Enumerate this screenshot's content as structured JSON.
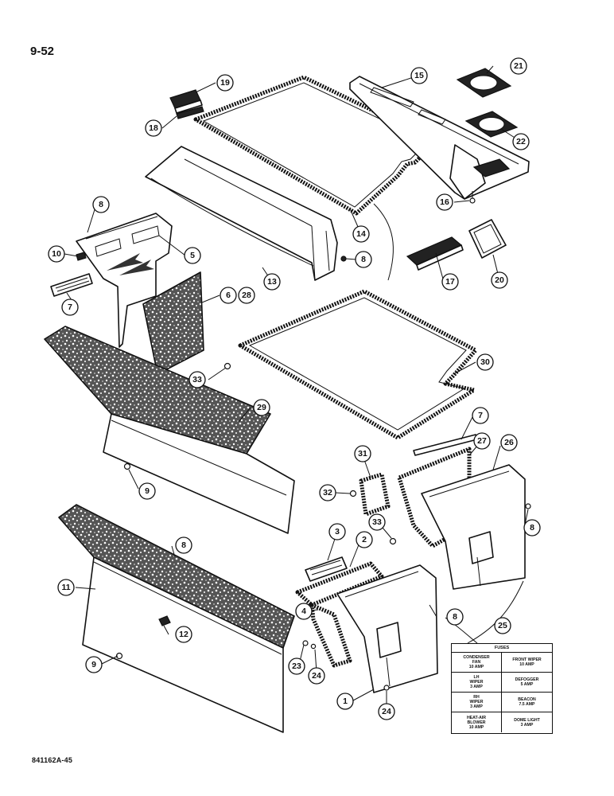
{
  "page_label": "9-52",
  "figure_code": "841162A-45",
  "fuse_chart": {
    "title": "FUSES",
    "cells": [
      "CONDENSER\nFAN\n10 AMP",
      "FRONT WIPER\n10 AMP",
      "LH\nWIPER\n3 AMP",
      "DEFOGGER\n5 AMP",
      "RH\nWIPER\n3 AMP",
      "BEACON\n7.5 AMP",
      "HEAT-AIR\nBLOWER\n10 AMP",
      "DOME LIGHT\n3 AMP"
    ]
  },
  "callouts": [
    {
      "id": "c19",
      "label": "19"
    },
    {
      "id": "c18",
      "label": "18"
    },
    {
      "id": "c15",
      "label": "15"
    },
    {
      "id": "c21",
      "label": "21"
    },
    {
      "id": "c22",
      "label": "22"
    },
    {
      "id": "c16",
      "label": "16"
    },
    {
      "id": "c14",
      "label": "14"
    },
    {
      "id": "c8a",
      "label": "8"
    },
    {
      "id": "c10",
      "label": "10"
    },
    {
      "id": "c5",
      "label": "5"
    },
    {
      "id": "c8b",
      "label": "8"
    },
    {
      "id": "c13",
      "label": "13"
    },
    {
      "id": "c17",
      "label": "17"
    },
    {
      "id": "c20",
      "label": "20"
    },
    {
      "id": "c7a",
      "label": "7"
    },
    {
      "id": "c6",
      "label": "6"
    },
    {
      "id": "c28",
      "label": "28"
    },
    {
      "id": "c33a",
      "label": "33"
    },
    {
      "id": "c30",
      "label": "30"
    },
    {
      "id": "c29",
      "label": "29"
    },
    {
      "id": "c9a",
      "label": "9"
    },
    {
      "id": "c7b",
      "label": "7"
    },
    {
      "id": "c27",
      "label": "27"
    },
    {
      "id": "c26",
      "label": "26"
    },
    {
      "id": "c31",
      "label": "31"
    },
    {
      "id": "c32",
      "label": "32"
    },
    {
      "id": "c8c",
      "label": "8"
    },
    {
      "id": "c33b",
      "label": "33"
    },
    {
      "id": "c3",
      "label": "3"
    },
    {
      "id": "c2",
      "label": "2"
    },
    {
      "id": "c8d",
      "label": "8"
    },
    {
      "id": "c11",
      "label": "11"
    },
    {
      "id": "c4",
      "label": "4"
    },
    {
      "id": "c8e",
      "label": "8"
    },
    {
      "id": "c25",
      "label": "25"
    },
    {
      "id": "c12",
      "label": "12"
    },
    {
      "id": "c23",
      "label": "23"
    },
    {
      "id": "c24a",
      "label": "24"
    },
    {
      "id": "c9b",
      "label": "9"
    },
    {
      "id": "c1",
      "label": "1"
    },
    {
      "id": "c24b",
      "label": "24"
    }
  ]
}
